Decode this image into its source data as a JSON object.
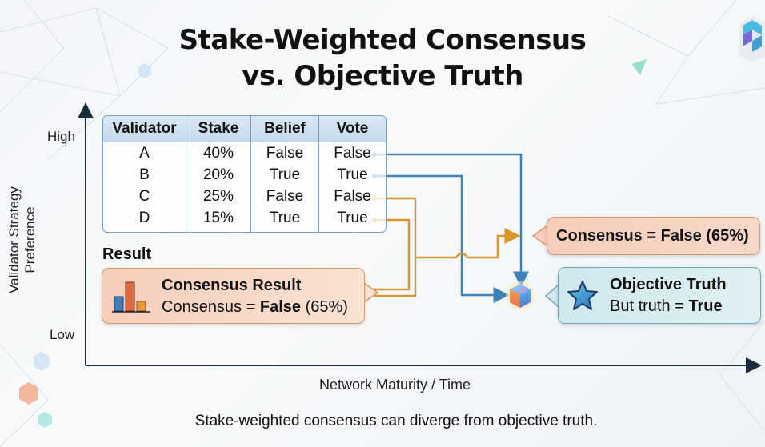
{
  "title": {
    "line1": "Stake-Weighted Consensus",
    "line2": "vs. Objective Truth"
  },
  "axes": {
    "y_label": "Validator Strategy Preference",
    "y_high": "High",
    "y_low": "Low",
    "x_label": "Network Maturity / Time"
  },
  "table": {
    "headers": [
      "Validator",
      "Stake",
      "Belief",
      "Vote"
    ],
    "rows": [
      [
        "A",
        "40%",
        "False",
        "False"
      ],
      [
        "B",
        "20%",
        "True",
        "True"
      ],
      [
        "C",
        "25%",
        "False",
        "False"
      ],
      [
        "D",
        "15%",
        "True",
        "True"
      ]
    ]
  },
  "result": {
    "section_label": "Result",
    "title": "Consensus Result",
    "text_prefix": "Consensus = ",
    "value": "False",
    "percent": " (65%)"
  },
  "consensus_box": {
    "text": "Consensus = False (65%)"
  },
  "truth_box": {
    "title": "Objective Truth",
    "text_prefix": "But truth = ",
    "value": "True"
  },
  "footnote": "Stake-weighted consensus can diverge from objective truth.",
  "colors": {
    "blue_connector": "#3f82b8",
    "orange_connector": "#d9962e",
    "result_box": "#f7cdbb",
    "truth_box": "#cfe8ee",
    "table_header": "#c6d9ec"
  },
  "icons": [
    "bar-chart-icon",
    "star-icon",
    "cube-icon",
    "logo-cube-icon"
  ]
}
